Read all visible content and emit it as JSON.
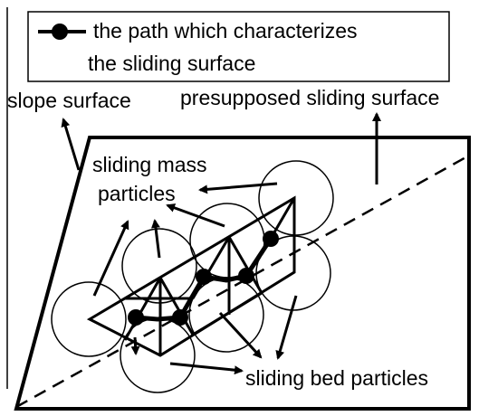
{
  "legend": {
    "line1": "the path which characterizes",
    "line2": "the sliding surface"
  },
  "labels": {
    "slope_surface": "slope surface",
    "presupposed_sliding_surface": "presupposed sliding surface",
    "sliding_mass_line1": "sliding mass",
    "sliding_mass_line2": "particles",
    "sliding_bed": "sliding bed particles"
  },
  "colors": {
    "stroke": "#000000",
    "background": "#ffffff"
  }
}
